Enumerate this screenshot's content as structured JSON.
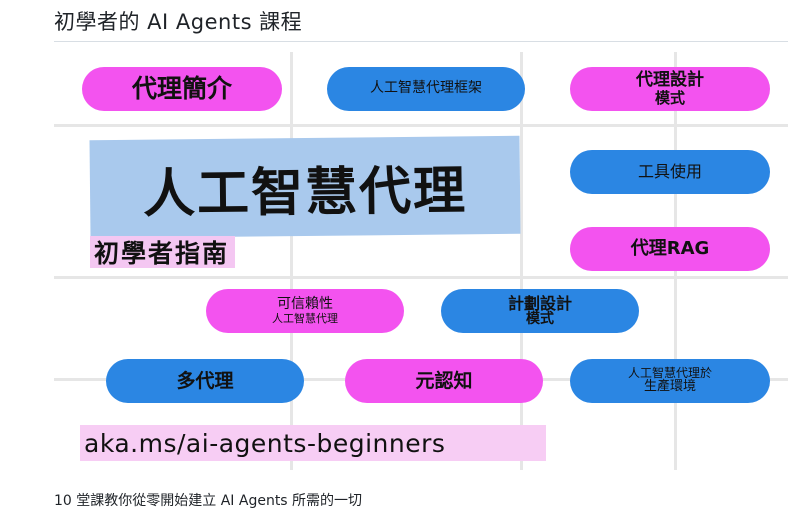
{
  "page": {
    "title": "初學者的 AI Agents 課程",
    "caption": "10 堂課教你從零開始建立 AI Agents 所需的一切"
  },
  "banner": {
    "headline": "人工智慧代理",
    "subtitle": "初學者指南",
    "url": "aka.ms/ai-agents-beginners",
    "lessons": {
      "intro": "代理簡介",
      "frameworks": "人工智慧代理框架",
      "design_patterns_line1": "代理設計",
      "design_patterns_line2": "模式",
      "tool_use": "工具使用",
      "rag": "代理RAG",
      "trustworthy_line1": "可信賴性",
      "trustworthy_line2": "人工智慧代理",
      "planning_line1": "計劃設計",
      "planning_line2": "模式",
      "multi_agent": "多代理",
      "metacognition": "元認知",
      "production_line1": "人工智慧代理於",
      "production_line2": "生產環境"
    },
    "colors": {
      "pink": "#f353ef",
      "blue": "#2b86e3",
      "highlight_blue": "#a9c9ed",
      "highlight_pink": "#f7cdf4"
    }
  }
}
